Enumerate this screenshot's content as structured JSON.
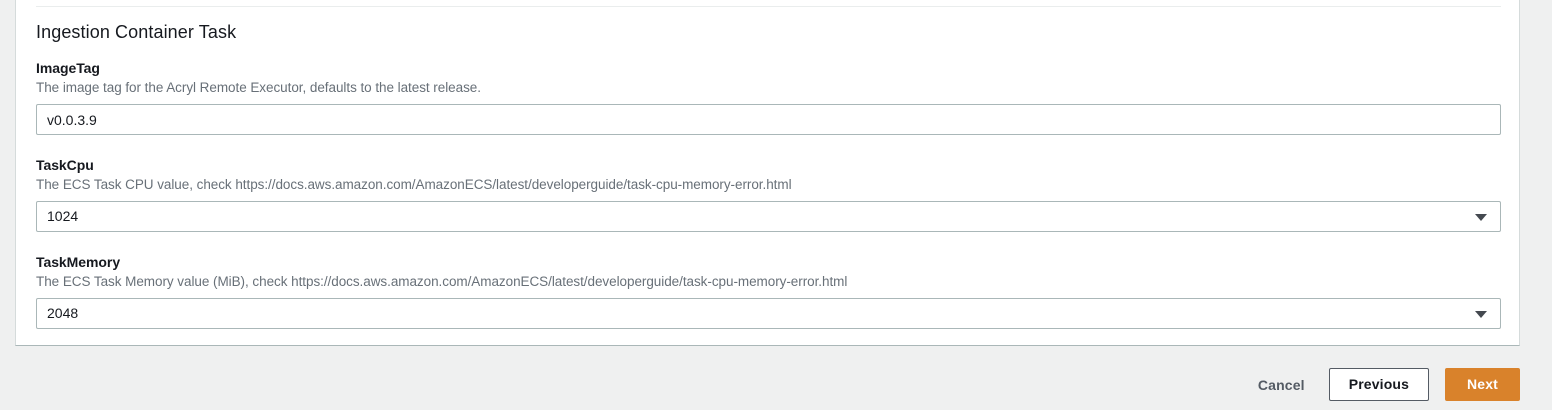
{
  "card": {
    "section_title": "Ingestion Container Task",
    "fields": [
      {
        "label": "ImageTag",
        "description": "The image tag for the Acryl Remote Executor, defaults to the latest release.",
        "type": "text",
        "value": "v0.0.3.9",
        "placeholder": ""
      },
      {
        "label": "TaskCpu",
        "description": "The ECS Task CPU value, check https://docs.aws.amazon.com/AmazonECS/latest/developerguide/task-cpu-memory-error.html",
        "type": "select",
        "value": "1024",
        "caret_icon": "chevron-down-icon"
      },
      {
        "label": "TaskMemory",
        "description": "The ECS Task Memory value (MiB), check https://docs.aws.amazon.com/AmazonECS/latest/developerguide/task-cpu-memory-error.html",
        "type": "select",
        "value": "2048",
        "caret_icon": "chevron-down-icon"
      }
    ]
  },
  "footer": {
    "cancel_label": "Cancel",
    "previous_label": "Previous",
    "next_label": "Next"
  },
  "colors": {
    "page_background": "#eff0f0",
    "card_background": "#ffffff",
    "card_border": "#d5dbdb",
    "input_border": "#aab7b8",
    "label_text": "#16191f",
    "description_text": "#687078",
    "primary_button": "#d9822b",
    "secondary_button_border": "#545b64",
    "link_text": "#545b64",
    "caret": "#444950"
  }
}
